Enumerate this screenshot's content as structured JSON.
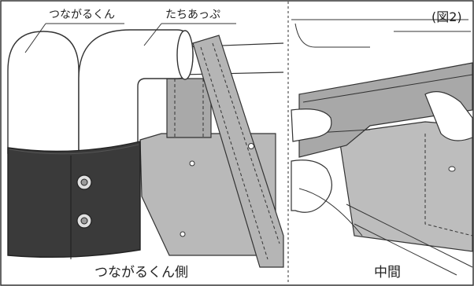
{
  "figure": {
    "figure_number": "(図2)",
    "left_panel": {
      "callout_left": "つながるくん",
      "callout_right": "たちあっぷ",
      "caption": "つながるくん側"
    },
    "right_panel": {
      "caption": "中間"
    }
  },
  "colors": {
    "dark_band": "#3a3a3a",
    "light_gray": "#b9b9b9",
    "mid_gray": "#a6a6a6",
    "outline": "#333333",
    "divider": "#555555"
  }
}
